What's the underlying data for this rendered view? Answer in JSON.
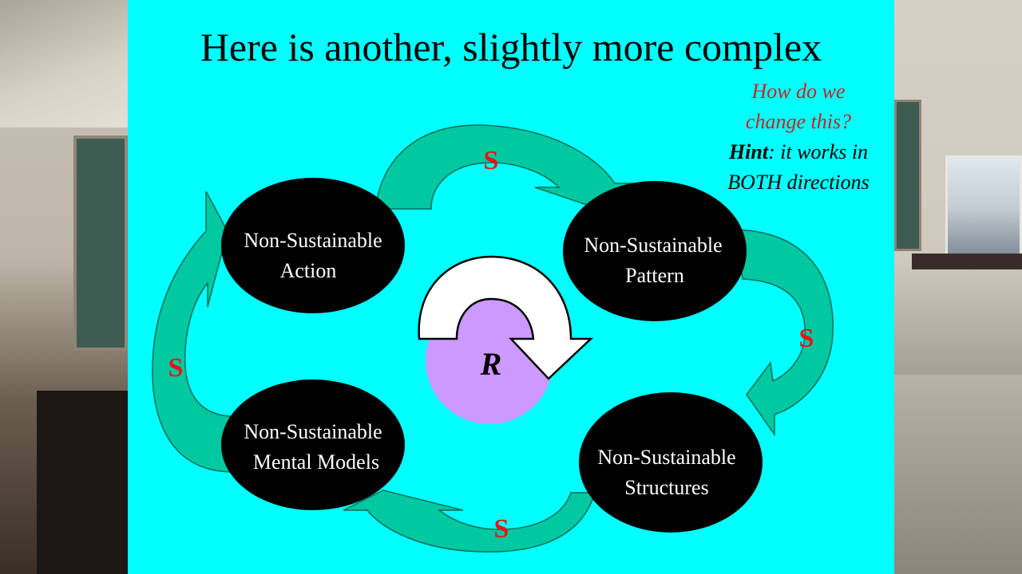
{
  "slide": {
    "title": "Here is another, slightly more complex",
    "question_line1": "How do we",
    "question_line2": "change this?",
    "hint_bold": "Hint",
    "hint_rest_line1": ": it works in",
    "hint_line2": "BOTH directions"
  },
  "diagram": {
    "nodes": [
      {
        "line1": "Non-Sustainable",
        "line2": "Action"
      },
      {
        "line1": "Non-Sustainable",
        "line2": "Pattern"
      },
      {
        "line1": "Non-Sustainable",
        "line2": "Structures"
      },
      {
        "line1": "Non-Sustainable",
        "line2": "Mental Models"
      }
    ],
    "link_labels": [
      "S",
      "S",
      "S",
      "S"
    ],
    "loop_label": "R"
  },
  "colors": {
    "slide_background": "#00ffff",
    "arrow_fill": "#00c8a0",
    "node_fill": "#000000",
    "s_label": "#ee1111",
    "loop_circle": "#cc99ff",
    "question_text": "#cc2222"
  }
}
